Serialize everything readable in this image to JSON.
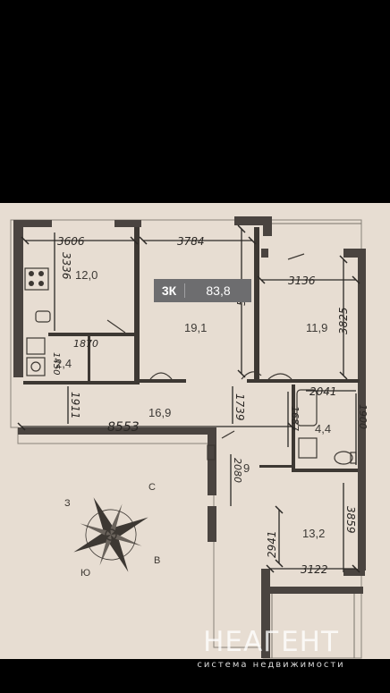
{
  "badge": {
    "rooms": "3К",
    "total_area": "83,8"
  },
  "rooms": {
    "kitchen": "12,0",
    "room_center": "19,1",
    "room_right": "11,9",
    "bathroom_small": "2,4",
    "hall": "16,9",
    "bathroom": "4,4",
    "corridor": "9",
    "room_bottom": "13,2"
  },
  "dimensions": {
    "d3606": "3606",
    "d3784": "3784",
    "d3136": "3136",
    "d3336": "3336",
    "d5043": "5043",
    "d3825": "3825",
    "d1870": "1870",
    "d1450": "1450",
    "d1911": "1911",
    "d8553": "8553",
    "d1739": "1739",
    "d2041": "2041",
    "d1687": "1687",
    "d1900": "1900",
    "d2080": "2080",
    "d2941": "2941",
    "d3859": "3859",
    "d3122": "3122"
  },
  "compass": {
    "north": "С",
    "south": "Ю",
    "west": "З",
    "east": "В"
  },
  "watermark": {
    "logo": "НЕАГЕНТ",
    "tagline": "система недвижимости"
  }
}
